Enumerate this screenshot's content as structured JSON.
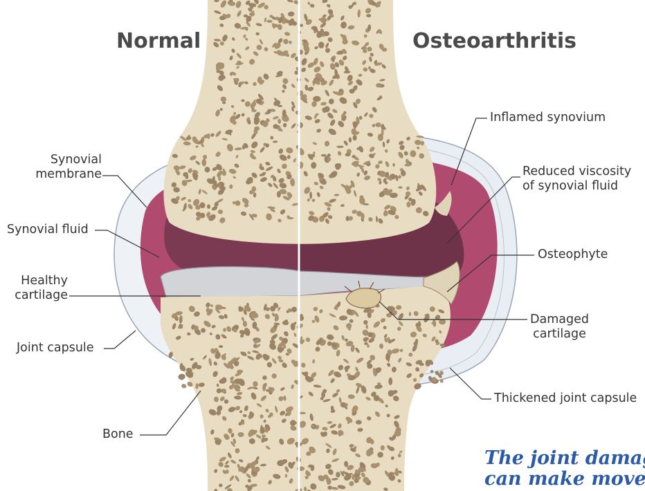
{
  "headings": {
    "normal": "Normal",
    "oa": "Osteoarthritis"
  },
  "labels": {
    "synovial_membrane": [
      "Synovial",
      "membrane"
    ],
    "synovial_fluid": "Synovial fluid",
    "healthy_cartilage": [
      "Healthy",
      "cartilage"
    ],
    "joint_capsule": "Joint capsule",
    "bone": "Bone",
    "inflamed_synovium": "Inflamed synovium",
    "reduced_viscosity": [
      "Reduced viscosity",
      "of synovial fluid"
    ],
    "osteophyte": "Osteophyte",
    "damaged_cartilage": [
      "Damaged",
      "cartilage"
    ],
    "thickened_capsule": "Thickened joint capsule"
  },
  "caption": [
    "The joint damage",
    "can make movem"
  ],
  "colors": {
    "bone": "#e8dcc2",
    "spongy": "#9b8466",
    "marrow": "#b5a283",
    "cartilage": "#d3d4d8",
    "synovium": "#b04a6e",
    "fluid": "#7b3a52",
    "capsule": "#eef1f6",
    "caption": "#2a5aa8"
  }
}
